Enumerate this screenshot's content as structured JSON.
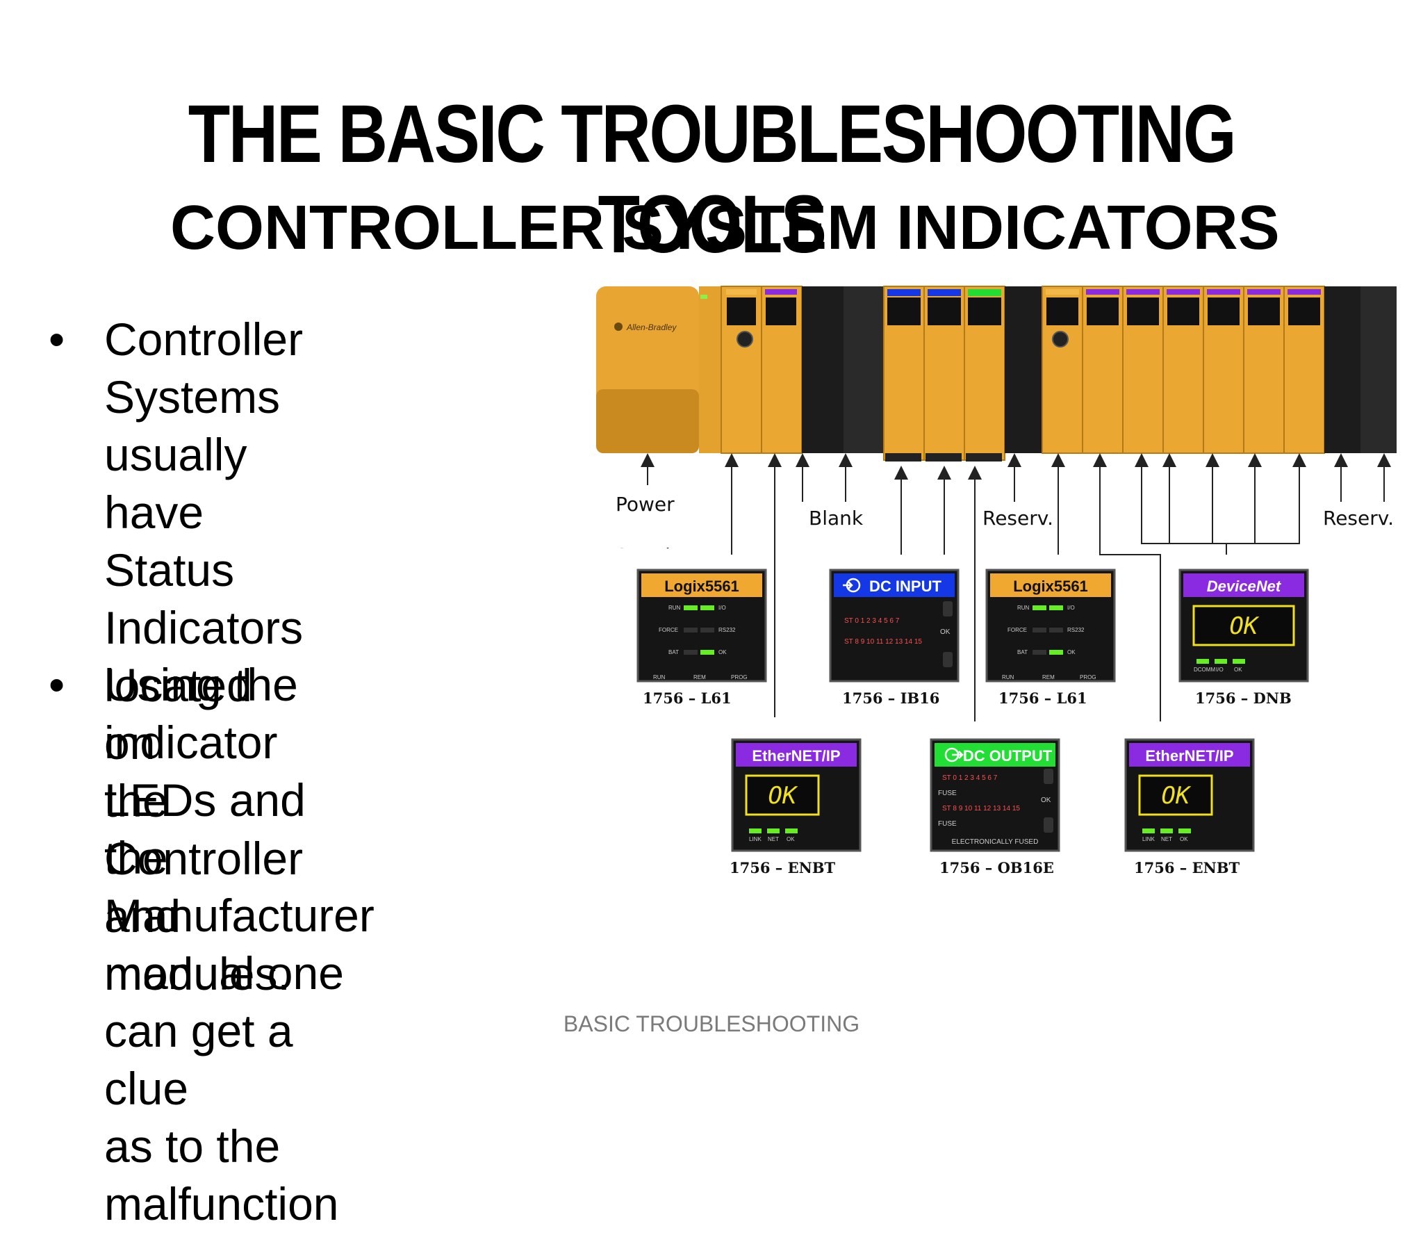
{
  "slide": {
    "title": "THE BASIC TROUBLESHOOTING  TOOLS",
    "subtitle": "CONTROLLER SYSTEM INDICATORS",
    "bullets": [
      "Controller Systems\nusually have Status\nIndicators located on\nthe Controller and\nmodules.",
      "Using the indicator\nLEDs and the Manufacturer\nmanual one can get a clue\nas to the malfunction"
    ],
    "bullet_symbol": "•",
    "footer": "BASIC TROUBLESHOOTING"
  },
  "diagram": {
    "brand": "Allen-Bradley",
    "labels": {
      "power": "Power",
      "power_cut": "Supply",
      "blank": "Blank",
      "reserv_1": "Reserv.",
      "reserv_2": "Reserv."
    },
    "modules": {
      "l61_a": {
        "header": "Logix5561",
        "caption": "1756 – L61",
        "leds": [
          "RUN",
          "I/O",
          "FORCE",
          "RS232",
          "BAT",
          "OK"
        ],
        "keyswitch": [
          "RUN",
          "REM",
          "PROG"
        ]
      },
      "ib16": {
        "header": "DC INPUT",
        "caption": "1756 – IB16",
        "row1": "ST 0 1 2 3 4 5 6 7",
        "row2": "ST 8 9 10 11 12 13 14 15",
        "ok": "OK"
      },
      "l61_b": {
        "header": "Logix5561",
        "caption": "1756 – L61",
        "leds": [
          "RUN",
          "I/O",
          "FORCE",
          "RS232",
          "BAT",
          "OK"
        ],
        "keyswitch": [
          "RUN",
          "REM",
          "PROG"
        ]
      },
      "dnb": {
        "header": "DeviceNet",
        "caption": "1756 – DNB",
        "display": "OK",
        "leds": [
          "DCOMM",
          "I/O",
          "OK"
        ]
      },
      "enbt_a": {
        "header": "EtherNET/IP",
        "caption": "1756 – ENBT",
        "display": "OK",
        "leds": [
          "LINK",
          "NET",
          "OK"
        ]
      },
      "ob16e": {
        "header": "DC OUTPUT",
        "caption": "1756 – OB16E",
        "row1": "ST 0 1 2 3 4 5 6 7",
        "fuse": "FUSE",
        "row2": "ST 8 9 10 11 12 13 14 15",
        "ok": "OK",
        "footer": "ELECTRONICALLY FUSED"
      },
      "enbt_b": {
        "header": "EtherNET/IP",
        "caption": "1756 – ENBT",
        "display": "OK",
        "leds": [
          "LINK",
          "NET",
          "OK"
        ]
      }
    },
    "colors": {
      "chassis": "#e8a531",
      "chassis_dark": "#b97a17",
      "blank_slot": "#1c1c1c",
      "logix_header": "#f0a830",
      "input_header": "#1438e6",
      "devicenet_header": "#8a2be2",
      "ethernet_header": "#8a2be2",
      "output_header": "#22dd33",
      "led_green": "#66ee22",
      "ok_text": "#f0e020"
    }
  }
}
